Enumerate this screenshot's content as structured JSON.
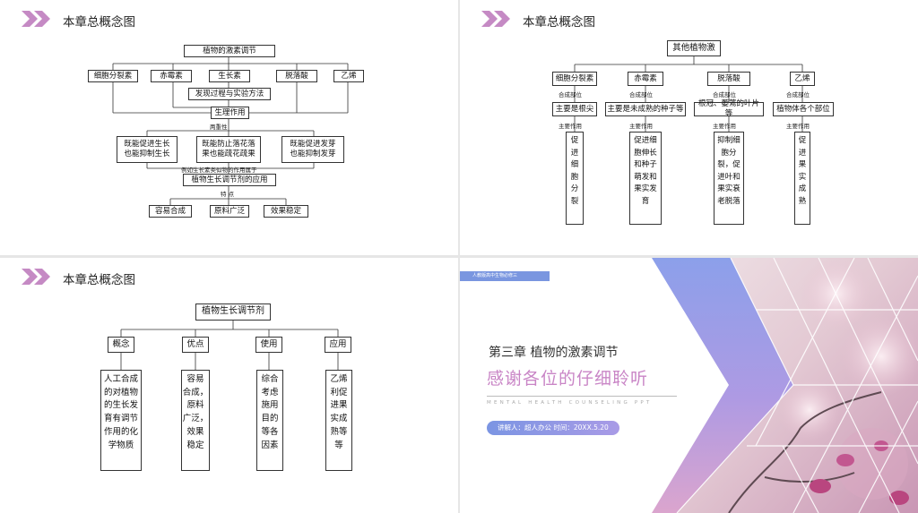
{
  "colors": {
    "chevron": "#c58ac4",
    "accent_pink": "#c985c6",
    "accent_blue": "#7a96e0"
  },
  "slide_title": "本章总概念图",
  "slide1": {
    "root": "植物的激素调节",
    "hormones": [
      "细胞分裂素",
      "赤霉素",
      "生长素",
      "脱落酸",
      "乙烯"
    ],
    "discovery": "发现过程与实验方法",
    "physiology": "生理作用",
    "duality_note": "两重性",
    "effects": [
      "既能促进生长\n也能抑制生长",
      "既能防止落花落\n果也能疏花疏果",
      "既能促进发芽\n也能抑制发芽"
    ],
    "example_note": "例如生长素类似物的作用属于",
    "application": "植物生长调节剂的应用",
    "features_note": "特 点",
    "features": [
      "容易合成",
      "原料广泛",
      "效果稳定"
    ]
  },
  "slide2": {
    "root": "其他植物激",
    "hormones": [
      "细胞分裂素",
      "赤霉素",
      "脱落酸",
      "乙烯"
    ],
    "site_note": "合成部位",
    "sites": [
      "主要是根尖",
      "主要是未成熟的种子等",
      "根冠、萎蔫的叶片等",
      "植物体各个部位"
    ],
    "effect_note": "主要作用",
    "effects": [
      "促\n进\n细\n胞\n分\n裂",
      "促进细\n胞伸长\n和种子\n萌发和\n果实发\n育",
      "抑制细\n胞分\n裂，促\n进叶和\n果实衰\n老脱落",
      "促\n进\n果\n实\n成\n熟"
    ]
  },
  "slide3": {
    "root": "植物生长调节剂",
    "categories": [
      "概念",
      "优点",
      "使用",
      "应用"
    ],
    "details": [
      "人工合成\n的对植物\n的生长发\n育有调节\n作用的化\n学物质",
      "容易\n合成，\n原料\n广泛，\n效果\n稳定",
      "综合\n考虑\n施用\n目的\n等各\n因素",
      "乙烯\n利促\n进果\n实成\n熟等\n等"
    ]
  },
  "slide4": {
    "ribbon": "人教版高中生物必修三",
    "chapter": "第三章  植物的激素调节",
    "thanks": "感谢各位的仔细聆听",
    "english": "MENTAL HEALTH COUNSELING PPT",
    "presenter": "讲解人：超人办公  时间：20XX.5.20"
  }
}
